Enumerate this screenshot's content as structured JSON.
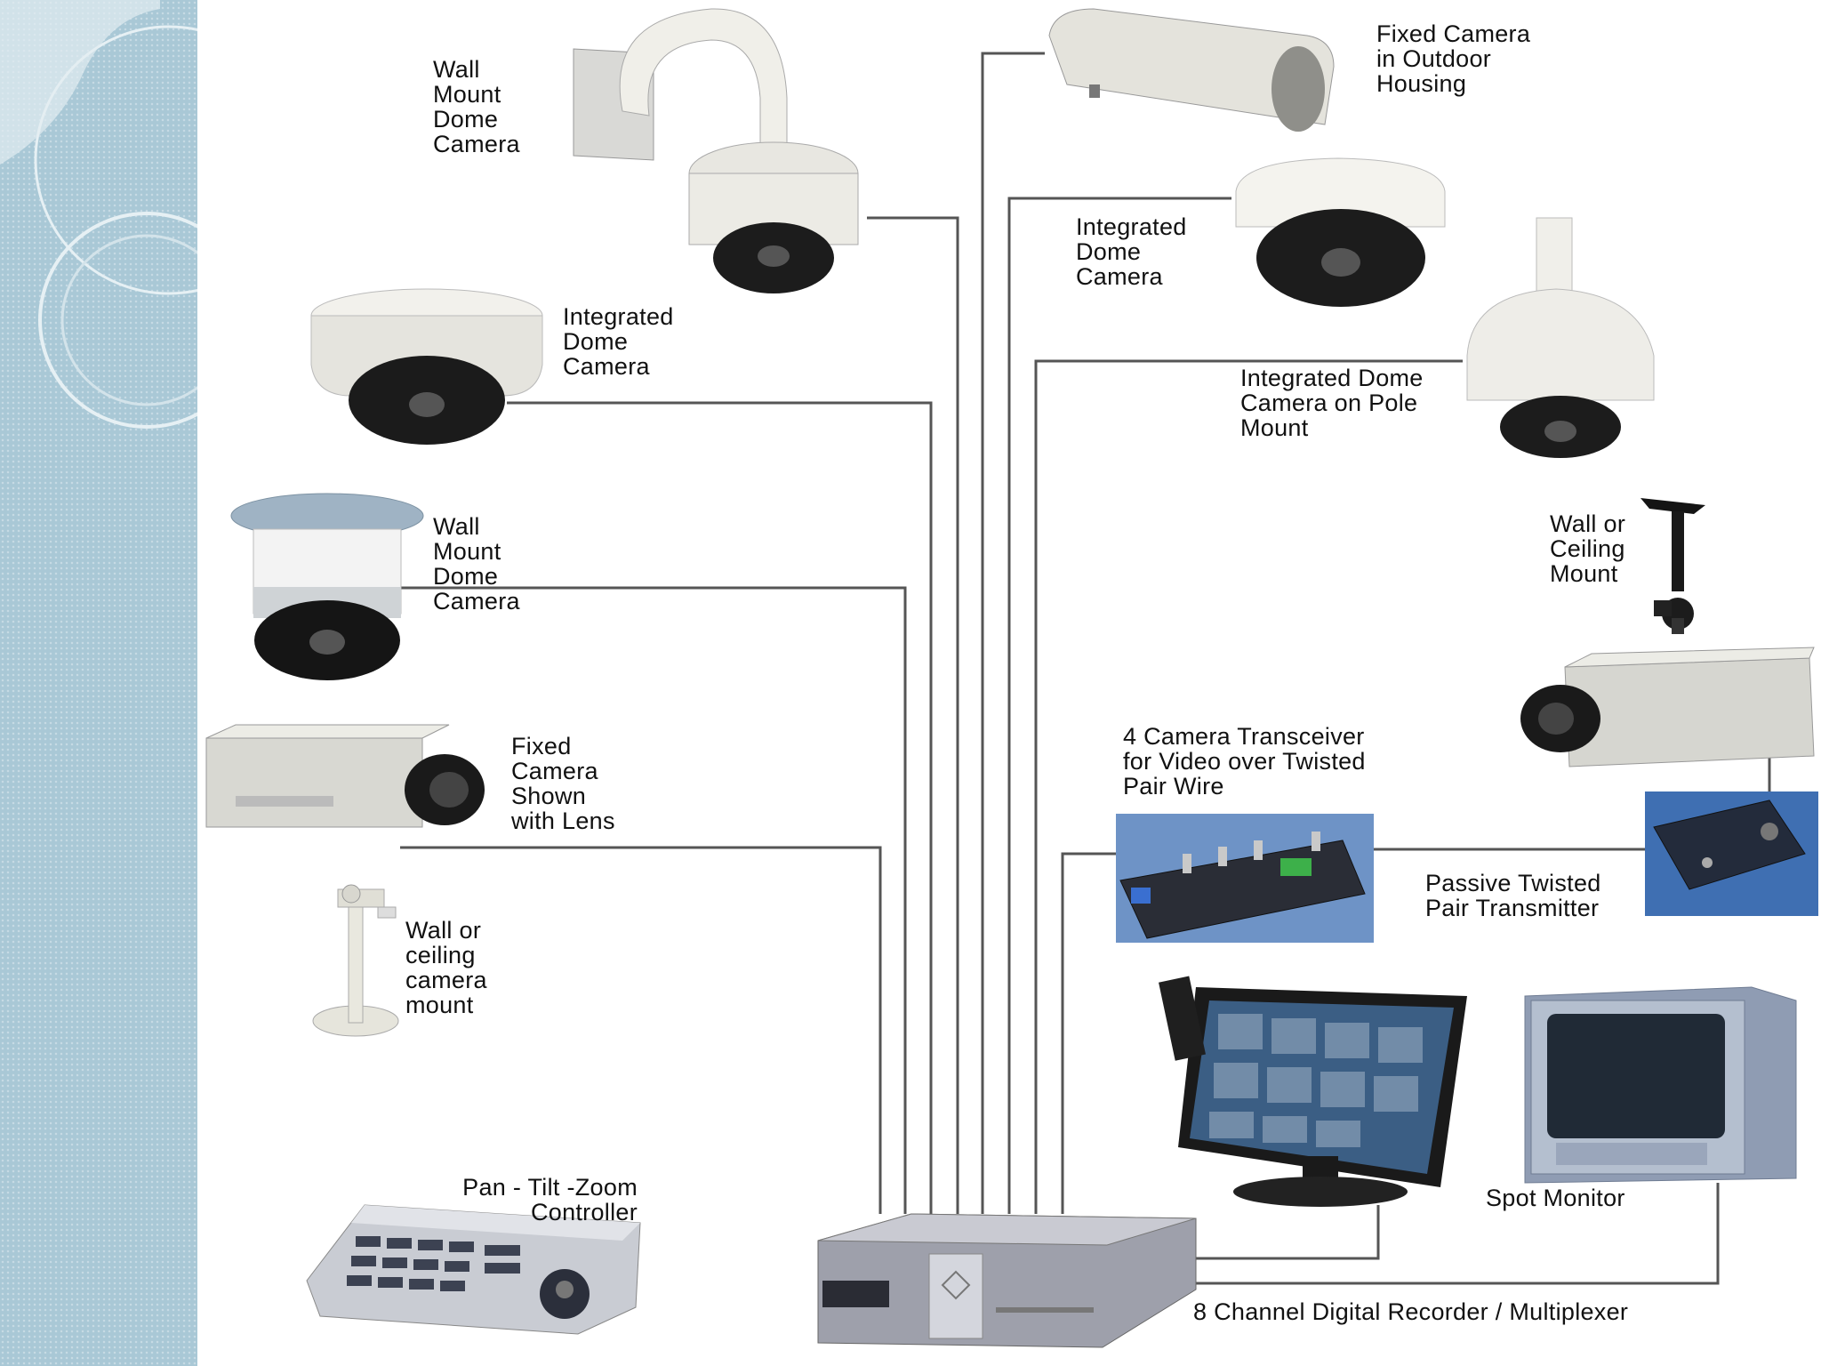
{
  "labels": {
    "wall_mount_dome_1": "Wall\nMount\nDome\nCamera",
    "integrated_dome_left": "Integrated\nDome\nCamera",
    "wall_mount_dome_2": "Wall\nMount\nDome\nCamera",
    "fixed_camera_lens": "Fixed\nCamera\nShown\nwith Lens",
    "wall_ceiling_mount_left": "Wall or\nceiling\ncamera\nmount",
    "ptz_controller": "Pan - Tilt -Zoom\nController",
    "fixed_outdoor": "Fixed Camera\nin Outdoor\nHousing",
    "integrated_dome_right": "Integrated\nDome\nCamera",
    "pole_mount_dome": "Integrated Dome\nCamera on Pole\nMount",
    "wall_ceiling_mount_right": "Wall or\nCeiling\nMount",
    "transceiver": "4 Camera Transceiver\nfor Video over Twisted\nPair Wire",
    "transmitter": "Passive Twisted\nPair Transmitter",
    "spot_monitor": "Spot Monitor",
    "recorder": "8 Channel Digital Recorder / Multiplexer"
  },
  "colors": {
    "sidebar": "#a9c8d6",
    "wire": "#555555",
    "device_light": "#e9e8e2",
    "device_dark": "#1b1b1b"
  },
  "icons": [
    "wall-mount-dome-camera-icon",
    "integrated-dome-camera-icon",
    "fixed-camera-icon",
    "camera-mount-icon",
    "ptz-controller-icon",
    "outdoor-housing-camera-icon",
    "pole-mount-dome-camera-icon",
    "transceiver-icon",
    "transmitter-icon",
    "lcd-monitor-icon",
    "crt-monitor-icon",
    "digital-recorder-icon"
  ]
}
